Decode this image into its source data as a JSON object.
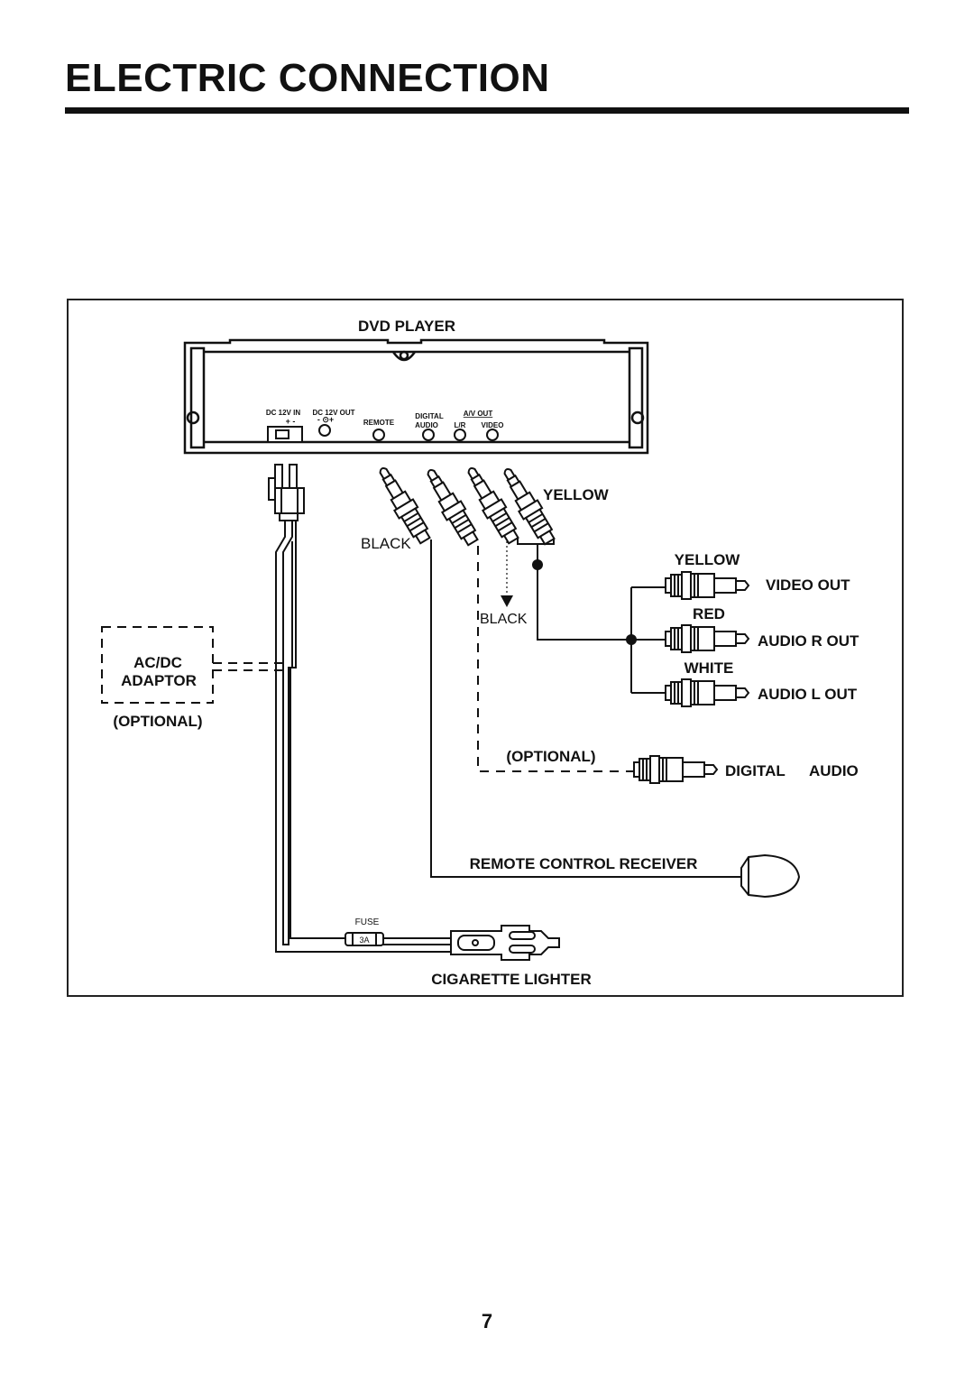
{
  "page": {
    "title": "ELECTRIC CONNECTION",
    "page_number": "7"
  },
  "diagram": {
    "device_label": "DVD PLAYER",
    "ports": {
      "dc_in": "DC 12V IN",
      "dc_in_polarity": "+   -",
      "dc_out": "DC 12V OUT",
      "dc_out_polarity": "- ⊙+",
      "remote": "REMOTE",
      "digital_top": "DIGITAL",
      "digital_bottom": "AUDIO",
      "av_out": "A/V OUT",
      "lr": "L/R",
      "video": "VIDEO"
    },
    "cable_labels": {
      "yellow_plug": "YELLOW",
      "black_plug": "BLACK",
      "black_optional": "BLACK",
      "yellow_rca": "YELLOW",
      "red_rca": "RED",
      "white_rca": "WHITE"
    },
    "outputs": {
      "video_out": "VIDEO OUT",
      "audio_r_out": "AUDIO R OUT",
      "audio_l_out": "AUDIO L OUT",
      "digital": "DIGITAL",
      "audio": "AUDIO"
    },
    "adaptor": {
      "line1": "AC/DC",
      "line2": "ADAPTOR",
      "optional": "(OPTIONAL)"
    },
    "optional_digital": "(OPTIONAL)",
    "remote_receiver": "REMOTE CONTROL RECEIVER",
    "fuse_label": "FUSE",
    "fuse_rating": "3A",
    "cigarette_lighter": "CIGARETTE LIGHTER"
  }
}
